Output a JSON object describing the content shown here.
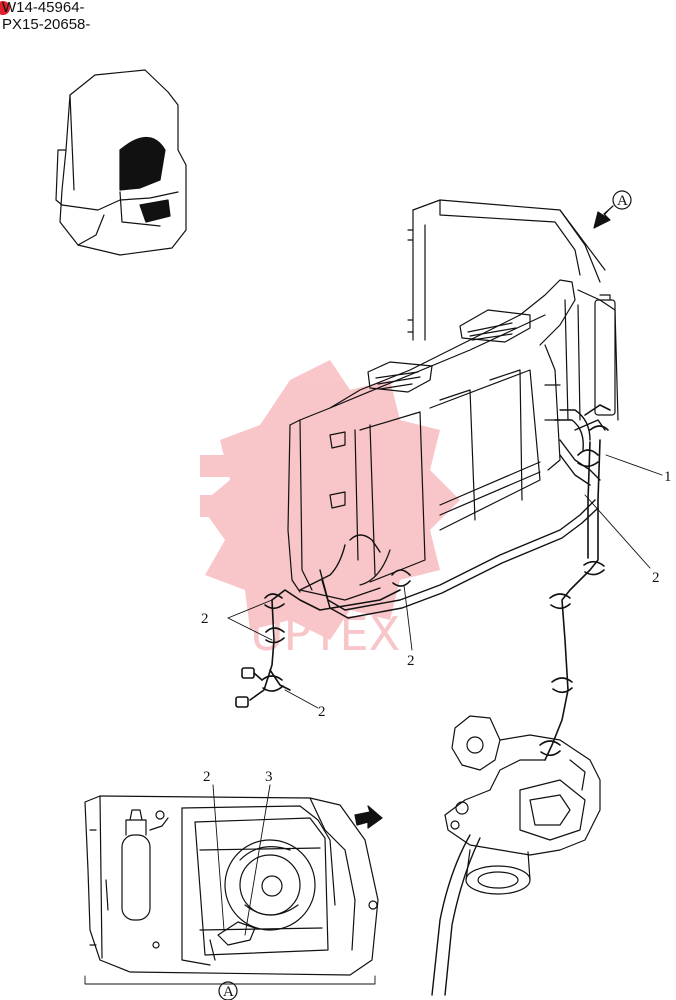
{
  "header": {
    "serial_1": "W14-45964-",
    "serial_2": "PX15-20658-"
  },
  "callouts": {
    "c1": "1",
    "c2a": "2",
    "c2b": "2",
    "c2c": "2",
    "c2d": "2",
    "c2e": "2",
    "c3": "3"
  },
  "view_markers": {
    "top": "A",
    "bottom": "A"
  },
  "watermark": {
    "text": "UPTEX",
    "color": "#e8343c"
  },
  "colors": {
    "line": "#111111",
    "accent_dot": "#e0202a"
  }
}
